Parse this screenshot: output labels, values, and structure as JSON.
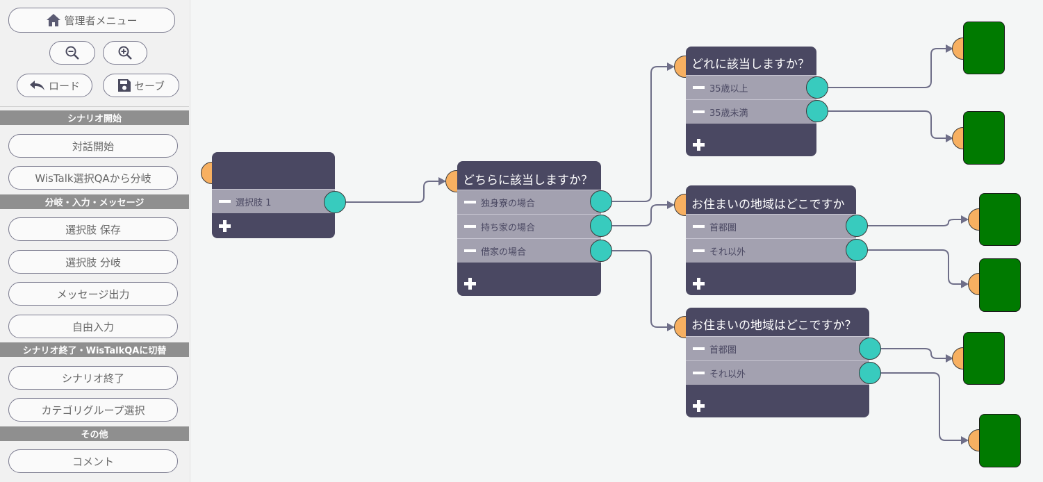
{
  "sidebar": {
    "admin_menu": "管理者メニュー",
    "zoom_out_icon": "magnify-minus-icon",
    "zoom_in_icon": "magnify-plus-icon",
    "load": "ロード",
    "save": "セーブ",
    "sections": [
      {
        "header": "シナリオ開始",
        "items": [
          "対話開始",
          "WisTalk選択QAから分岐"
        ]
      },
      {
        "header": "分岐・入力・メッセージ",
        "items": [
          "選択肢 保存",
          "選択肢 分岐",
          "メッセージ出力",
          "自由入力"
        ]
      },
      {
        "header": "シナリオ終了・WisTalkQAに切替",
        "items": [
          "シナリオ終了",
          "カテゴリグループ選択"
        ]
      },
      {
        "header": "その他",
        "items": [
          "コメント"
        ]
      }
    ]
  },
  "canvas": {
    "nodes": [
      {
        "title": "",
        "options": [
          "選択肢 1"
        ]
      },
      {
        "title": "どちらに該当しますか？",
        "options": [
          "独身寮の場合",
          "持ち家の場合",
          "借家の場合"
        ]
      },
      {
        "title": "どれに該当しますか？",
        "options": [
          "35歳以上",
          "35歳未満"
        ]
      },
      {
        "title": "お住まいの地域はどこですか",
        "options": [
          "首都圏",
          "それ以外"
        ]
      },
      {
        "title": "お住まいの地域はどこですか？",
        "options": [
          "首都圏",
          "それ以外"
        ]
      }
    ]
  },
  "colors": {
    "node_body": "#4a4862",
    "option_row": "#a3a1b0",
    "input_port": "#f7b061",
    "output_port": "#38cbbe",
    "end_node": "#007a00",
    "connector": "#6e6e88"
  }
}
